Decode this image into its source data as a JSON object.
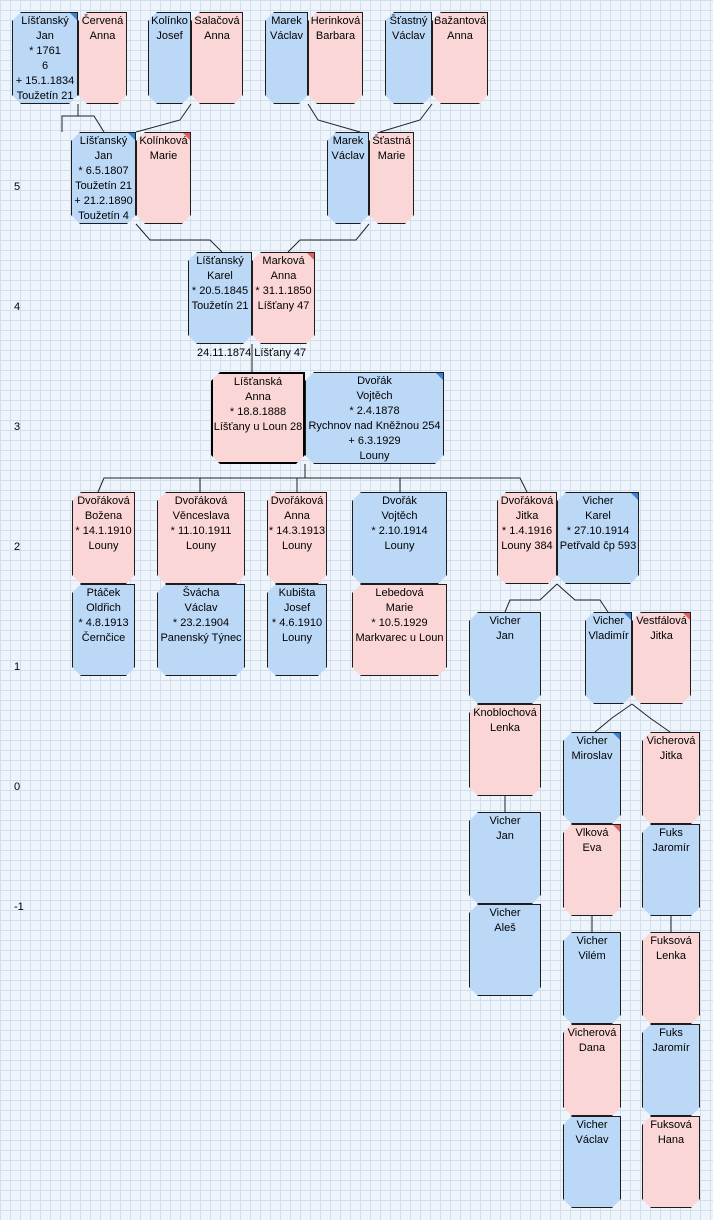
{
  "generation_labels": [
    "5",
    "4",
    "3",
    "2",
    "1",
    "0",
    "-1"
  ],
  "persons": {
    "p_jan1": [
      "Líšťanský",
      "Jan",
      "* 1761",
      "6",
      "+ 15.1.1834",
      "Toužetín 21"
    ],
    "p_cervena": [
      "Červená",
      "Anna"
    ],
    "p_kolinko": [
      "Kolínko",
      "Josef"
    ],
    "p_salacova": [
      "Salačová",
      "Anna"
    ],
    "p_marek1": [
      "Marek",
      "Václav"
    ],
    "p_herinkova": [
      "Herinková",
      "Barbara"
    ],
    "p_stastny": [
      "Šťastný",
      "Václav"
    ],
    "p_bazantova": [
      "Bažantová",
      "Anna"
    ],
    "p_jan2": [
      "Líšťanský",
      "Jan",
      "* 6.5.1807",
      "Toužetín 21",
      "+ 21.2.1890",
      "Toužetín 4"
    ],
    "p_kolinkova": [
      "Kolínková",
      "Marie"
    ],
    "p_marek2": [
      "Marek",
      "Václav"
    ],
    "p_stastna": [
      "Šťastná",
      "Marie"
    ],
    "p_karel": [
      "Líšťanský",
      "Karel",
      "* 20.5.1845",
      "Toužetín 21"
    ],
    "p_markova": [
      "Marková",
      "Anna",
      "* 31.1.1850",
      "Líšťany 47"
    ],
    "p_anna": [
      "Líšťanská",
      "Anna",
      "* 18.8.1888",
      "Líšťany u Loun 28"
    ],
    "p_vojtech1": [
      "Dvořák",
      "Vojtěch",
      "* 2.4.1878",
      "Rychnov nad Kněžnou 254",
      "+ 6.3.1929",
      "Louny"
    ],
    "p_bozena": [
      "Dvořáková",
      "Božena",
      "* 14.1.1910",
      "Louny"
    ],
    "p_venceslava": [
      "Dvořáková",
      "Věnceslava",
      "* 11.10.1911",
      "Louny"
    ],
    "p_anna2": [
      "Dvořáková",
      "Anna",
      "* 14.3.1913",
      "Louny"
    ],
    "p_vojtech2": [
      "Dvořák",
      "Vojtěch",
      "* 2.10.1914",
      "Louny"
    ],
    "p_jitka": [
      "Dvořáková",
      "Jitka",
      "* 1.4.1916",
      "Louny 384"
    ],
    "p_karel2": [
      "Vicher",
      "Karel",
      "* 27.10.1914",
      "Petřvald čp 593"
    ],
    "p_ptacek": [
      "Ptáček",
      "Oldřich",
      "* 4.8.1913",
      "Černčice"
    ],
    "p_svacha": [
      "Švácha",
      "Václav",
      "* 23.2.1904",
      "Panenský Týnec"
    ],
    "p_kubista": [
      "Kubišta",
      "Josef",
      "* 4.6.1910",
      "Louny"
    ],
    "p_lebedova": [
      "Lebedová",
      "Marie",
      "* 10.5.1929",
      "Markvarec u Loun"
    ],
    "p_vjan": [
      "Vicher",
      "Jan"
    ],
    "p_knoblochova": [
      "Knoblochová",
      "Lenka"
    ],
    "p_vvladimir": [
      "Vicher",
      "Vladimír"
    ],
    "p_vestfalova": [
      "Vestfálová",
      "Jitka"
    ],
    "p_vjan2": [
      "Vicher",
      "Jan"
    ],
    "p_vales": [
      "Vicher",
      "Aleš"
    ],
    "p_vmiroslav": [
      "Vicher",
      "Miroslav"
    ],
    "p_vlkova": [
      "Vlková",
      "Eva"
    ],
    "p_vicherova": [
      "Vicherová",
      "Jitka"
    ],
    "p_fuks1": [
      "Fuks",
      "Jaromír"
    ],
    "p_vvilem": [
      "Vicher",
      "Vilém"
    ],
    "p_vdana": [
      "Vicherová",
      "Dana"
    ],
    "p_vvaclav": [
      "Vicher",
      "Václav"
    ],
    "p_fuksova1": [
      "Fuksová",
      "Lenka"
    ],
    "p_fuks2": [
      "Fuks",
      "Jaromír"
    ],
    "p_fuksova2": [
      "Fuksová",
      "Hana"
    ]
  },
  "marriage_label": "24.11.1874 Líšťany 47",
  "colors": {
    "male": "#bcd8f7",
    "female": "#fbd6d6",
    "male_marker": "#3b82d4",
    "female_marker": "#e06060"
  }
}
